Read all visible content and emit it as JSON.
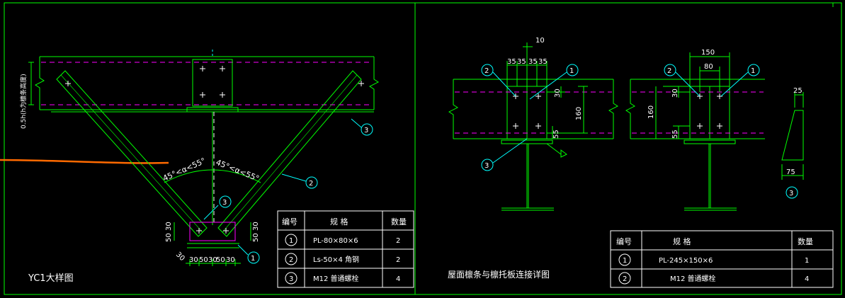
{
  "titles": {
    "left": "YC1大样图",
    "right": "屋面檩条与檩托板连接详图"
  },
  "left_detail": {
    "side_label": "0.5h(h为檩条高度)",
    "angle_left": "45°<α<55°",
    "angle_right": "45°<α<55°",
    "dims_bottom": [
      "30",
      "50",
      "30",
      "50",
      "30"
    ],
    "dims_left": [
      "50",
      "30"
    ],
    "dims_right": [
      "30",
      "50"
    ],
    "dim_diag": "30",
    "callouts": [
      "1",
      "2",
      "3",
      "3"
    ]
  },
  "left_table": {
    "headers": [
      "编号",
      "规 格",
      "数量"
    ],
    "rows": [
      {
        "no": "1",
        "spec": "PL-80×80×6",
        "qty": "2"
      },
      {
        "no": "2",
        "spec": "Ls-50×4 角钢",
        "qty": "2"
      },
      {
        "no": "3",
        "spec": "M12 普通螺栓",
        "qty": "4"
      }
    ]
  },
  "mid_detail": {
    "dim_top": "10",
    "dims_spacing": [
      "35",
      "35",
      "35",
      "35"
    ],
    "dim_30": "30",
    "dim_160": "160",
    "dim_55": "55",
    "callouts": [
      "2",
      "1",
      "3"
    ]
  },
  "right_detail": {
    "dim_150": "150",
    "dim_80": "80",
    "dim_30": "30",
    "dim_160": "160",
    "dim_55": "55",
    "callouts": [
      "2",
      "1"
    ]
  },
  "plate_detail": {
    "dim_top": "25",
    "dim_bottom": "75",
    "callout": "3"
  },
  "right_table": {
    "headers": [
      "编号",
      "规 格",
      "数量"
    ],
    "rows": [
      {
        "no": "1",
        "spec": "PL-245×150×6",
        "qty": "1"
      },
      {
        "no": "2",
        "spec": "M12  普通螺栓",
        "qty": "4"
      }
    ]
  },
  "colors": {
    "background": "#000000",
    "frame": "#00ff00",
    "dash": "#ff00ff",
    "callout": "#00ffff",
    "text": "#ffffff",
    "orange": "#ff6a00"
  }
}
